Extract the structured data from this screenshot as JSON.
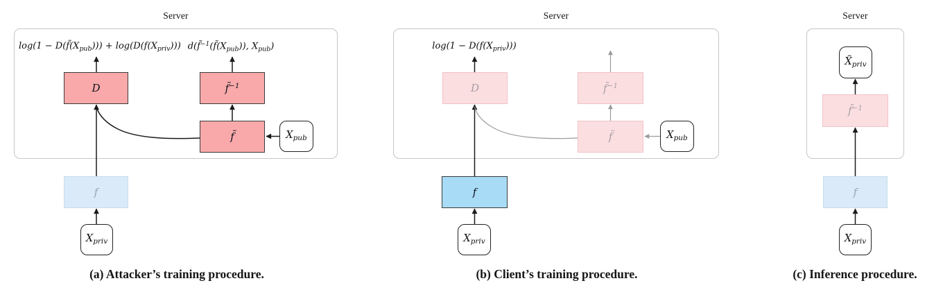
{
  "colors": {
    "pink_strong": "#F9A9A9",
    "pink_faded": "#FBDEE0",
    "pink_faded_border": "#F0C3C7",
    "blue_strong": "#A8DBF5",
    "blue_faded": "#DAEAF8",
    "blue_faded_border": "#C8DCEA",
    "strong_border": "#3A3A3A",
    "io_border": "#222222",
    "server_border": "#C6C6C6",
    "arrow_black": "#1A1A1A",
    "arrow_gray": "#9B9B9B",
    "faded_label": "#A79FA4",
    "faded_label_blue": "#96A6B3"
  },
  "a": {
    "server_label": "Server",
    "caption": "(a) Attacker’s training procedure.",
    "formula_left": {
      "p1": "log(1 − D(f̃(X",
      "sub1": "pub",
      "p2": "))) + log(D(f(X",
      "sub2": "priv",
      "p3": ")))"
    },
    "formula_right": {
      "p1": "d(f̃",
      "sup1": "−1",
      "p2": "(f̃(X",
      "sub1": "pub",
      "p3": ")), X",
      "sub2": "pub",
      "p4": ")"
    },
    "nodes": {
      "D": "D",
      "f_inv_base": "f̃",
      "f_inv_sup": "−1",
      "f_tilde": "f̃",
      "x_pub_base": "X",
      "x_pub_sub": "pub",
      "f": "f",
      "x_priv_base": "X",
      "x_priv_sub": "priv"
    }
  },
  "b": {
    "server_label": "Server",
    "caption": "(b) Client’s training procedure.",
    "formula": {
      "p1": "log(1 − D(f(X",
      "sub1": "priv",
      "p2": ")))"
    },
    "nodes": {
      "D": "D",
      "f_inv_base": "f̃",
      "f_inv_sup": "−1",
      "f_tilde": "f̃",
      "x_pub_base": "X",
      "x_pub_sub": "pub",
      "f": "f",
      "x_priv_base": "X",
      "x_priv_sub": "priv"
    }
  },
  "c": {
    "server_label": "Server",
    "caption": "(c) Inference procedure.",
    "nodes": {
      "x_priv_hat_base": "X̃",
      "x_priv_hat_sub": "priv",
      "f_inv_base": "f̃",
      "f_inv_sup": "−1",
      "f": "f",
      "x_priv_base": "X",
      "x_priv_sub": "priv"
    }
  }
}
